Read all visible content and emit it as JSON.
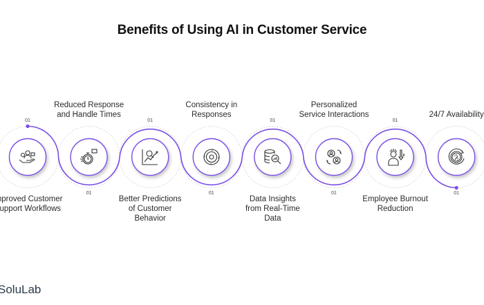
{
  "title": "Benefits of Using AI in Customer Service",
  "brand": "SoluLab",
  "colors": {
    "accent": "#7a4fe3",
    "dotted": "#c9c9c9",
    "text": "#2a2a2a"
  },
  "steps": [
    {
      "label_line1": "Improved Customer",
      "label_line2": "Support Workflows",
      "label_line3": "",
      "number": "01",
      "icon": "customer-support-icon",
      "label_position": "below"
    },
    {
      "label_line1": "Reduced Response",
      "label_line2": "and Handle Times",
      "label_line3": "",
      "number": "01",
      "icon": "stopwatch-chat-icon",
      "label_position": "above"
    },
    {
      "label_line1": "Better Predictions",
      "label_line2": "of Customer",
      "label_line3": "Behavior",
      "number": "01",
      "icon": "analytics-chart-icon",
      "label_position": "below"
    },
    {
      "label_line1": "Consistency in",
      "label_line2": "Responses",
      "label_line3": "",
      "number": "01",
      "icon": "target-cycle-icon",
      "label_position": "above"
    },
    {
      "label_line1": "Data Insights",
      "label_line2": "from Real-Time",
      "label_line3": "Data",
      "number": "01",
      "icon": "database-search-icon",
      "label_position": "below"
    },
    {
      "label_line1": "Personalized",
      "label_line2": "Service Interactions",
      "label_line3": "",
      "number": "01",
      "icon": "user-exchange-icon",
      "label_position": "above"
    },
    {
      "label_line1": "Employee Burnout",
      "label_line2": "Reduction",
      "label_line3": "",
      "number": "01",
      "icon": "stressed-person-icon",
      "label_position": "below"
    },
    {
      "label_line1": "24/7 Availability",
      "label_line2": "",
      "label_line3": "",
      "number": "01",
      "icon": "clock-24-7-icon",
      "label_position": "above"
    }
  ]
}
